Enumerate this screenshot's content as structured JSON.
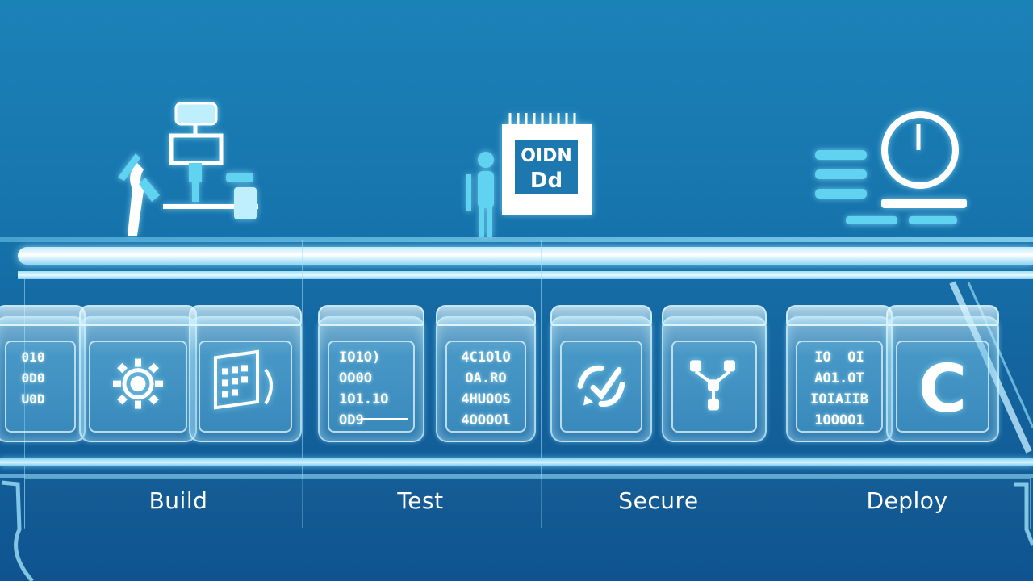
{
  "stages": [
    {
      "label": "Build"
    },
    {
      "label": "Test"
    },
    {
      "label": "Secure"
    },
    {
      "label": "Deploy"
    }
  ],
  "boxes": {
    "b0": "010\n0D0\nU0D",
    "b3": "IO1O)\nOO0O\n1O1.1O\nOD9",
    "b4": "4C1OlO\nOA.RO\n4HUOOS\n4OOOOl",
    "b7": "IO  OI\nAO1.OT\nIOIAIIB\n1OOOO1",
    "b6_glyph": "C"
  },
  "icons": {
    "build": "robotic-arm-icon",
    "test": "test-checklist-icon",
    "deploy": "clock-timer-icon"
  },
  "colors": {
    "background": "#1775ad",
    "accent": "#5fd3f0",
    "glass": "#bfeafd",
    "text": "#ffffff"
  }
}
